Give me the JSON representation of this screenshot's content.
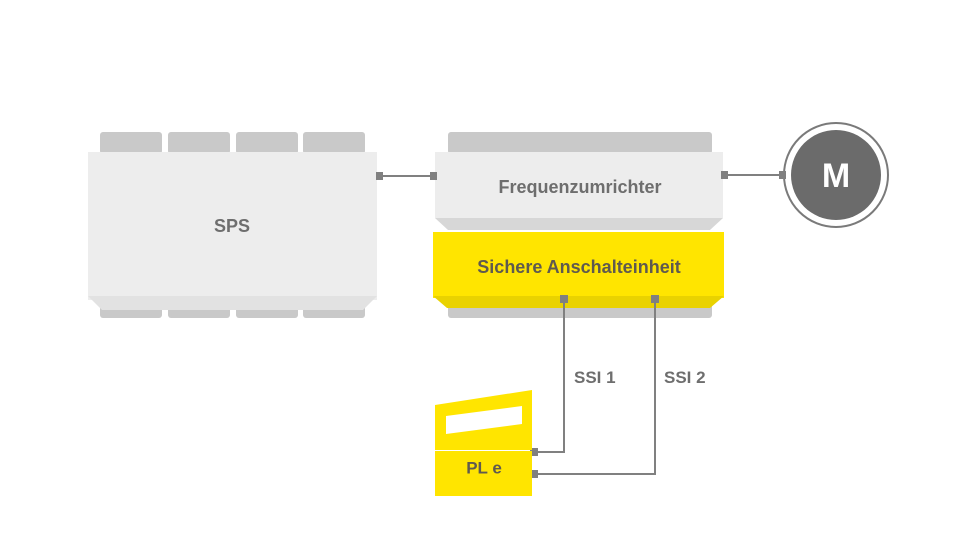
{
  "diagram": {
    "plc": {
      "label": "SPS"
    },
    "inverter": {
      "label": "Frequenzumrichter"
    },
    "safe_unit": {
      "label": "Sichere Anschalteinheit"
    },
    "motor": {
      "label": "M"
    },
    "controller": {
      "label": "PL e"
    },
    "links": [
      {
        "label": "SSI 1"
      },
      {
        "label": "SSI 2"
      }
    ]
  },
  "colors": {
    "module_fill": "#ededed",
    "module_edge": "#d7d7d7",
    "terminal_fill": "#c9c9c9",
    "safety_yellow": "#ffe500",
    "safety_yellow_shade": "#e9d200",
    "wire": "#808080",
    "motor_fill": "#6b6b6b",
    "text_grey": "#6e6e6e",
    "text_on_yellow": "#5f5a4f"
  }
}
